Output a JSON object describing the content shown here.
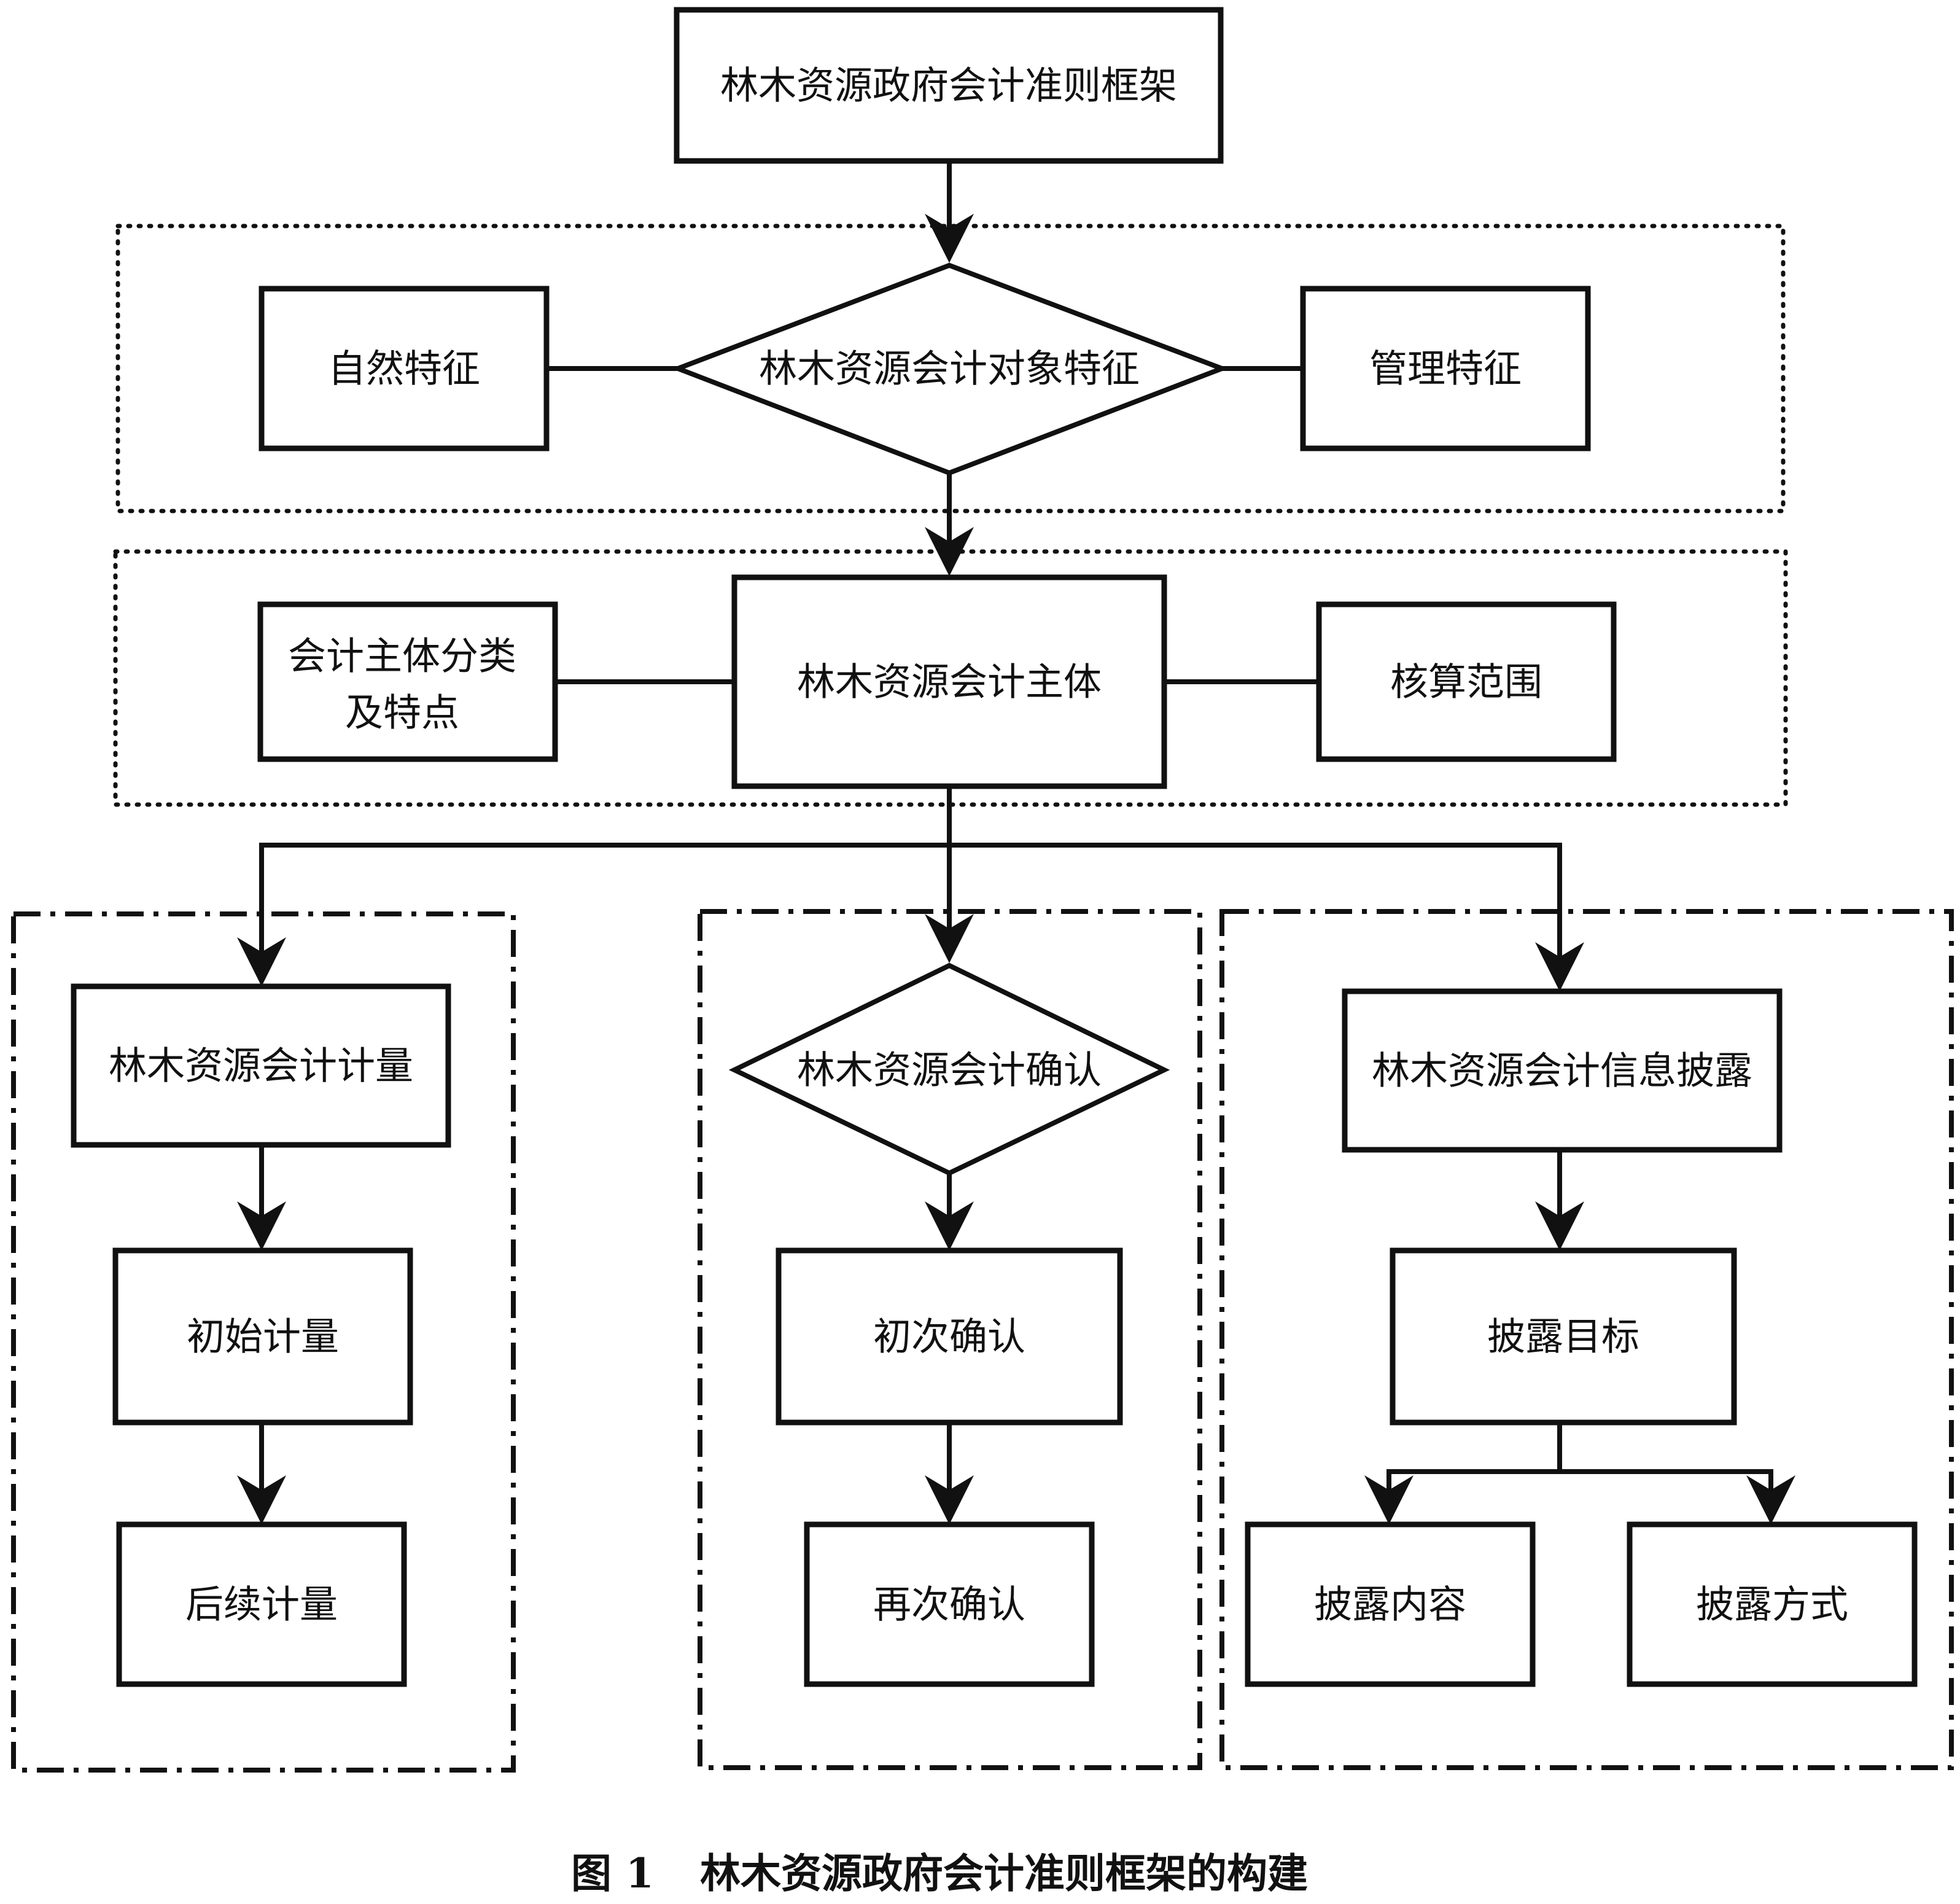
{
  "title_box": "林木资源政府会计准则框架",
  "object_section": {
    "left": "自然特征",
    "center": "林木资源会计对象特征",
    "right": "管理特征"
  },
  "subject_section": {
    "left_line1": "会计主体分类",
    "left_line2": "及特点",
    "center": "林木资源会计主体",
    "right": "核算范围"
  },
  "measurement": {
    "main": "林木资源会计计量",
    "step1": "初始计量",
    "step2": "后续计量"
  },
  "recognition": {
    "main": "林木资源会计确认",
    "step1": "初次确认",
    "step2": "再次确认"
  },
  "disclosure": {
    "main": "林木资源会计信息披露",
    "step1": "披露目标",
    "left": "披露内容",
    "right": "披露方式"
  },
  "caption": {
    "label": "图 1",
    "text": "林木资源政府会计准则框架的构建"
  }
}
